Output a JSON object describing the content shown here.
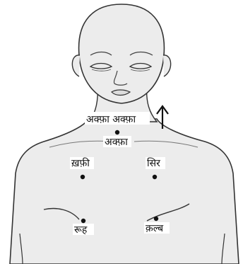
{
  "labels": {
    "top": "अक्फ़ा अक्फ़ा",
    "center": "अक्फ़ा",
    "upper_right": "सिर",
    "upper_left": "ख़फ़ी",
    "lower_left": "रूह",
    "lower_right": "क़ल्ब"
  },
  "colors": {
    "outline": "#333333",
    "skin": "#ececec",
    "dot": "#111111"
  },
  "icons": {
    "arrow": "arrow-up-icon"
  }
}
